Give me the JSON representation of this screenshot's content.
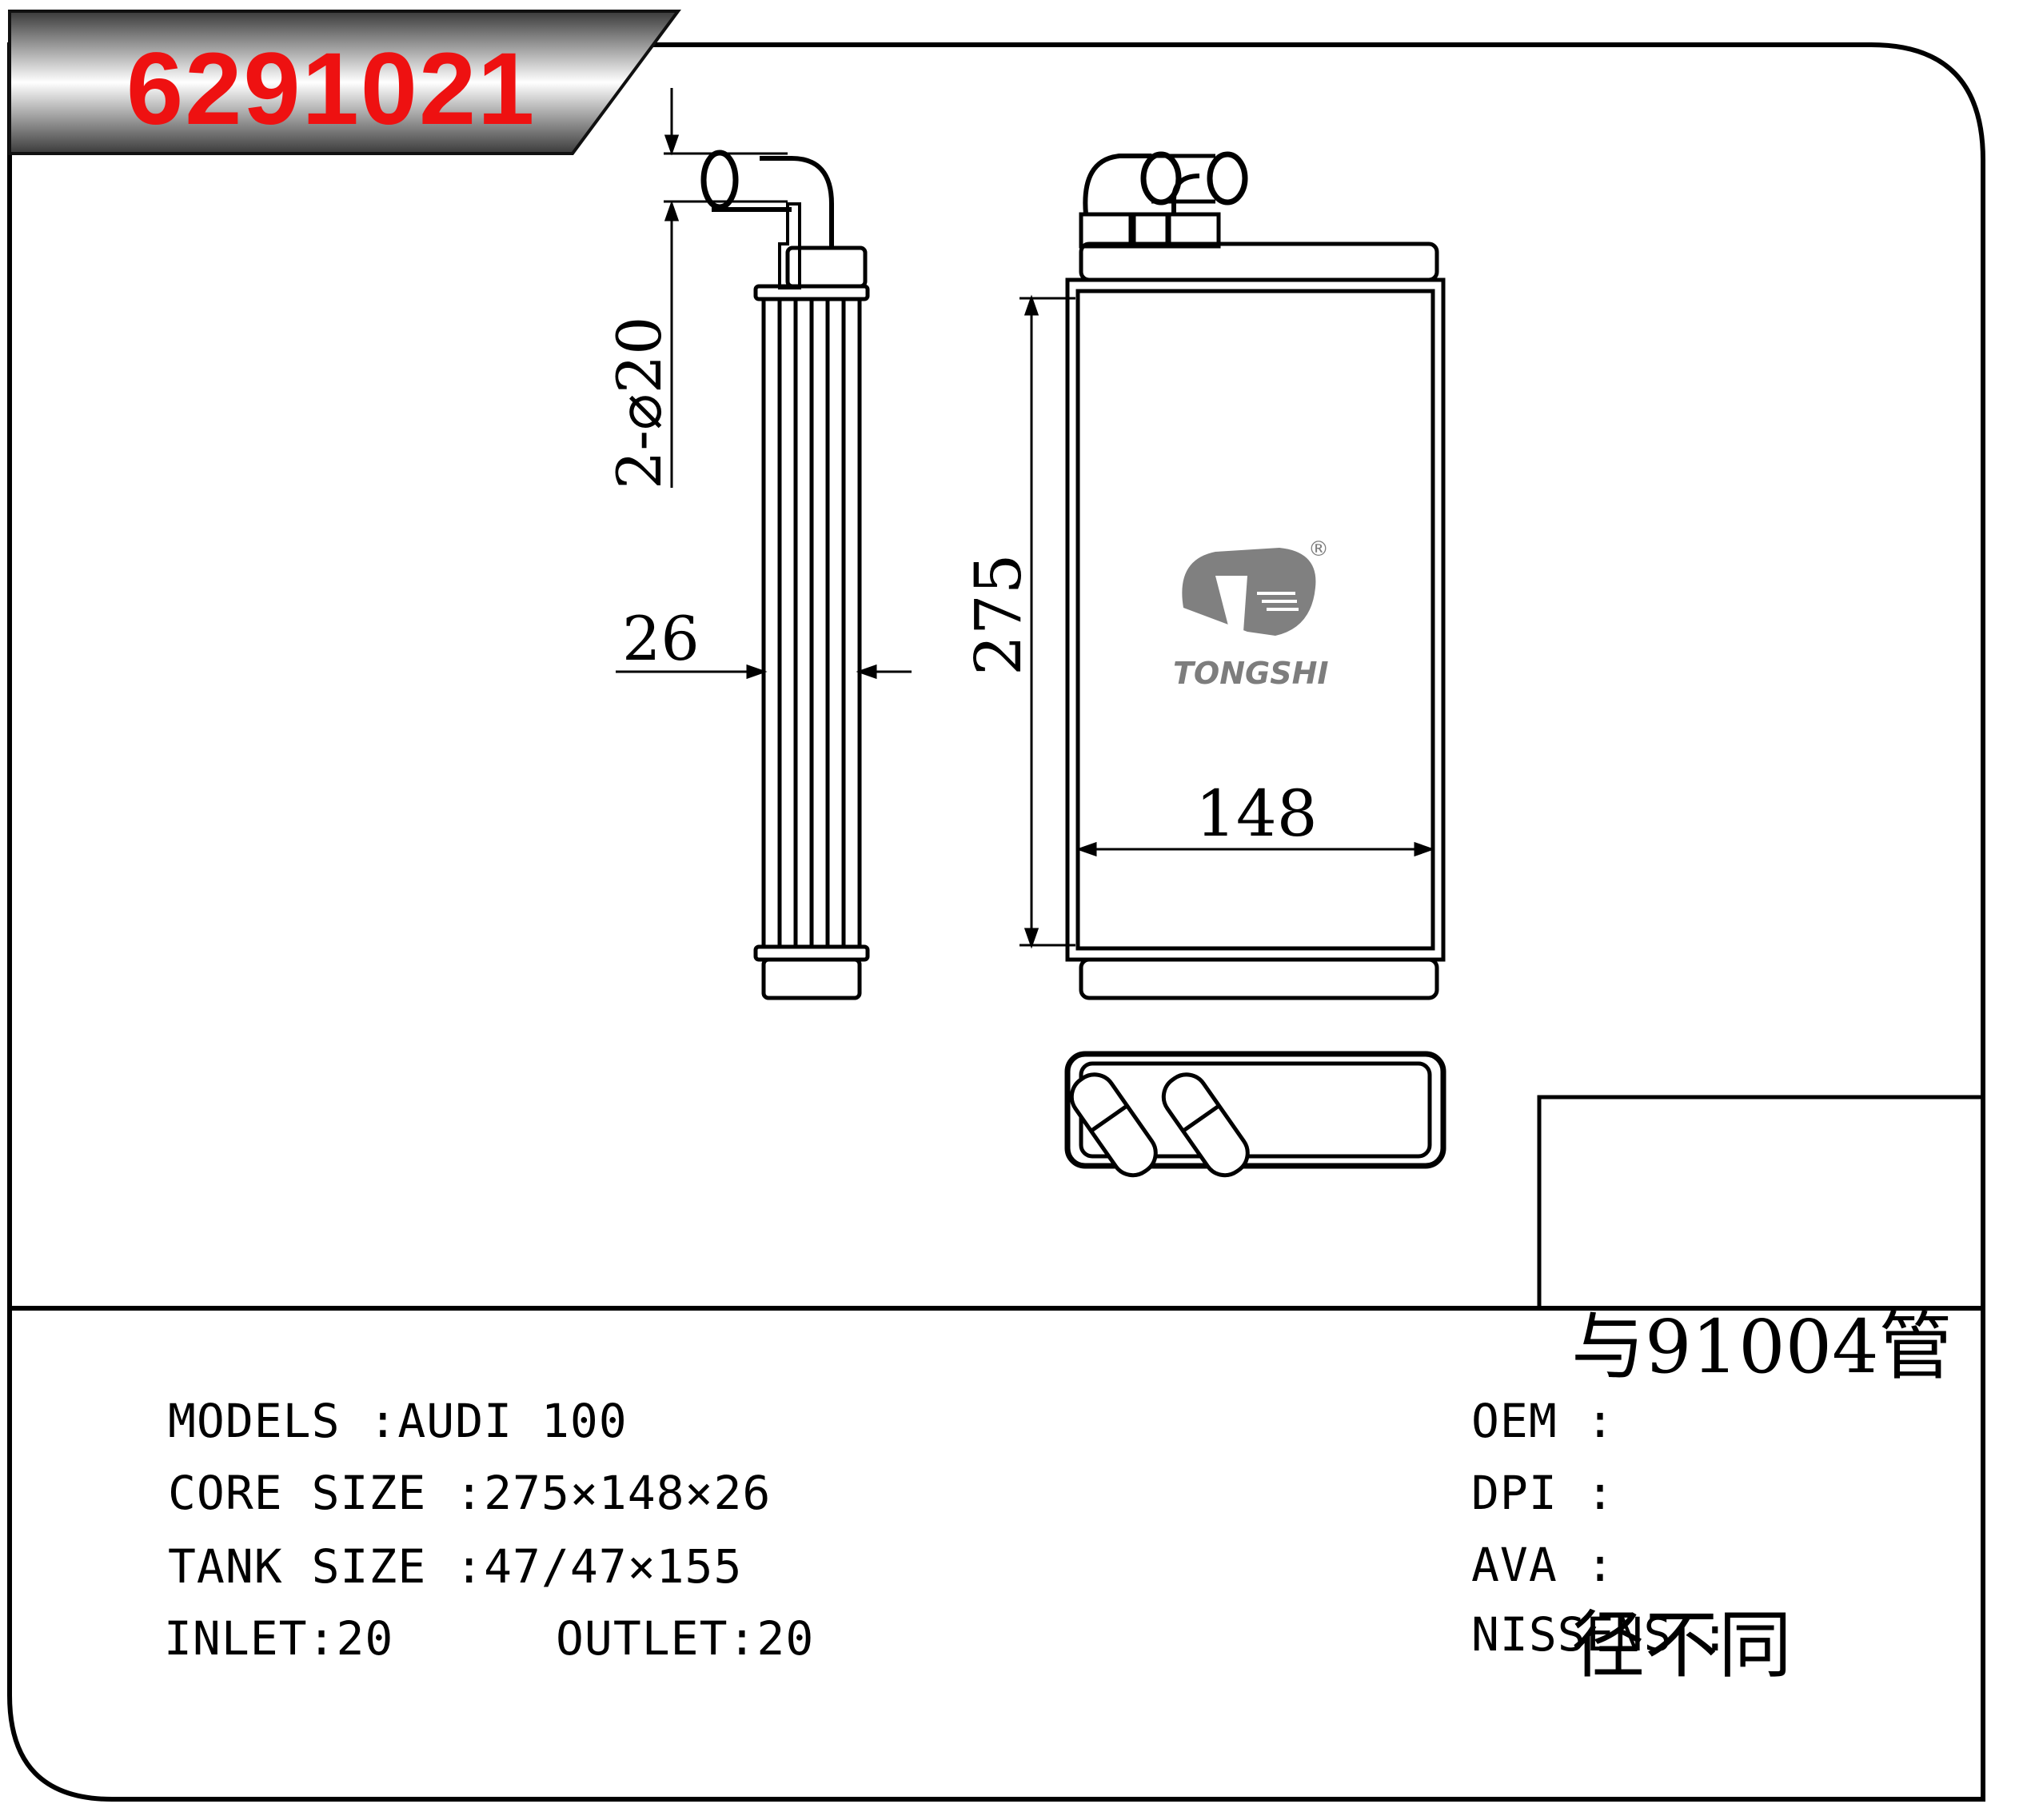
{
  "part_number": "6291021",
  "drawing": {
    "pipe_spec_label": "2-⌀20",
    "thickness_label": "26",
    "height_label": "275",
    "width_label": "148",
    "logo_text": "TONGSHI",
    "logo_mark": "®"
  },
  "note": {
    "line1": "与91004管",
    "line2": "径不同"
  },
  "specs": {
    "models": "MODELS :AUDI 100",
    "core_size": "CORE SIZE :275×148×26",
    "tank_size": "TANK SIZE :47/47×155",
    "inlet": "INLET:20",
    "outlet": "OUTLET:20"
  },
  "references": {
    "oem": "OEM :",
    "dpi": "DPI :",
    "ava": "AVA :",
    "nissens": "NISSENS :"
  },
  "colors": {
    "part_number": "#ee1111",
    "frame": "#000000",
    "logo": "#7d7d7d"
  }
}
